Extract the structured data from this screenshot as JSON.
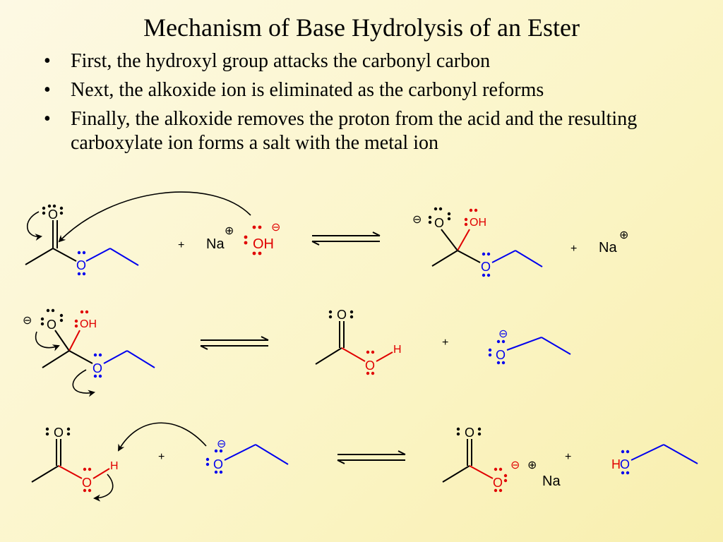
{
  "title": "Mechanism of Base Hydrolysis of an Ester",
  "bullets": [
    "First, the hydroxyl group attacks the carbonyl carbon",
    "Next, the alkoxide ion is eliminated as the carbonyl reforms",
    "Finally, the alkoxide removes the proton from the acid and the resulting carboxylate ion forms a salt with the metal ion"
  ],
  "labels": {
    "plus": "+",
    "na": "Na",
    "o": "O",
    "oh": "OH",
    "h": "H",
    "ho": "HO",
    "minus": "⊖",
    "pluscharge": "⊕"
  },
  "colors": {
    "black": "#000000",
    "blue": "#0000ee",
    "red": "#e00000",
    "background": "#fbf5c8"
  }
}
